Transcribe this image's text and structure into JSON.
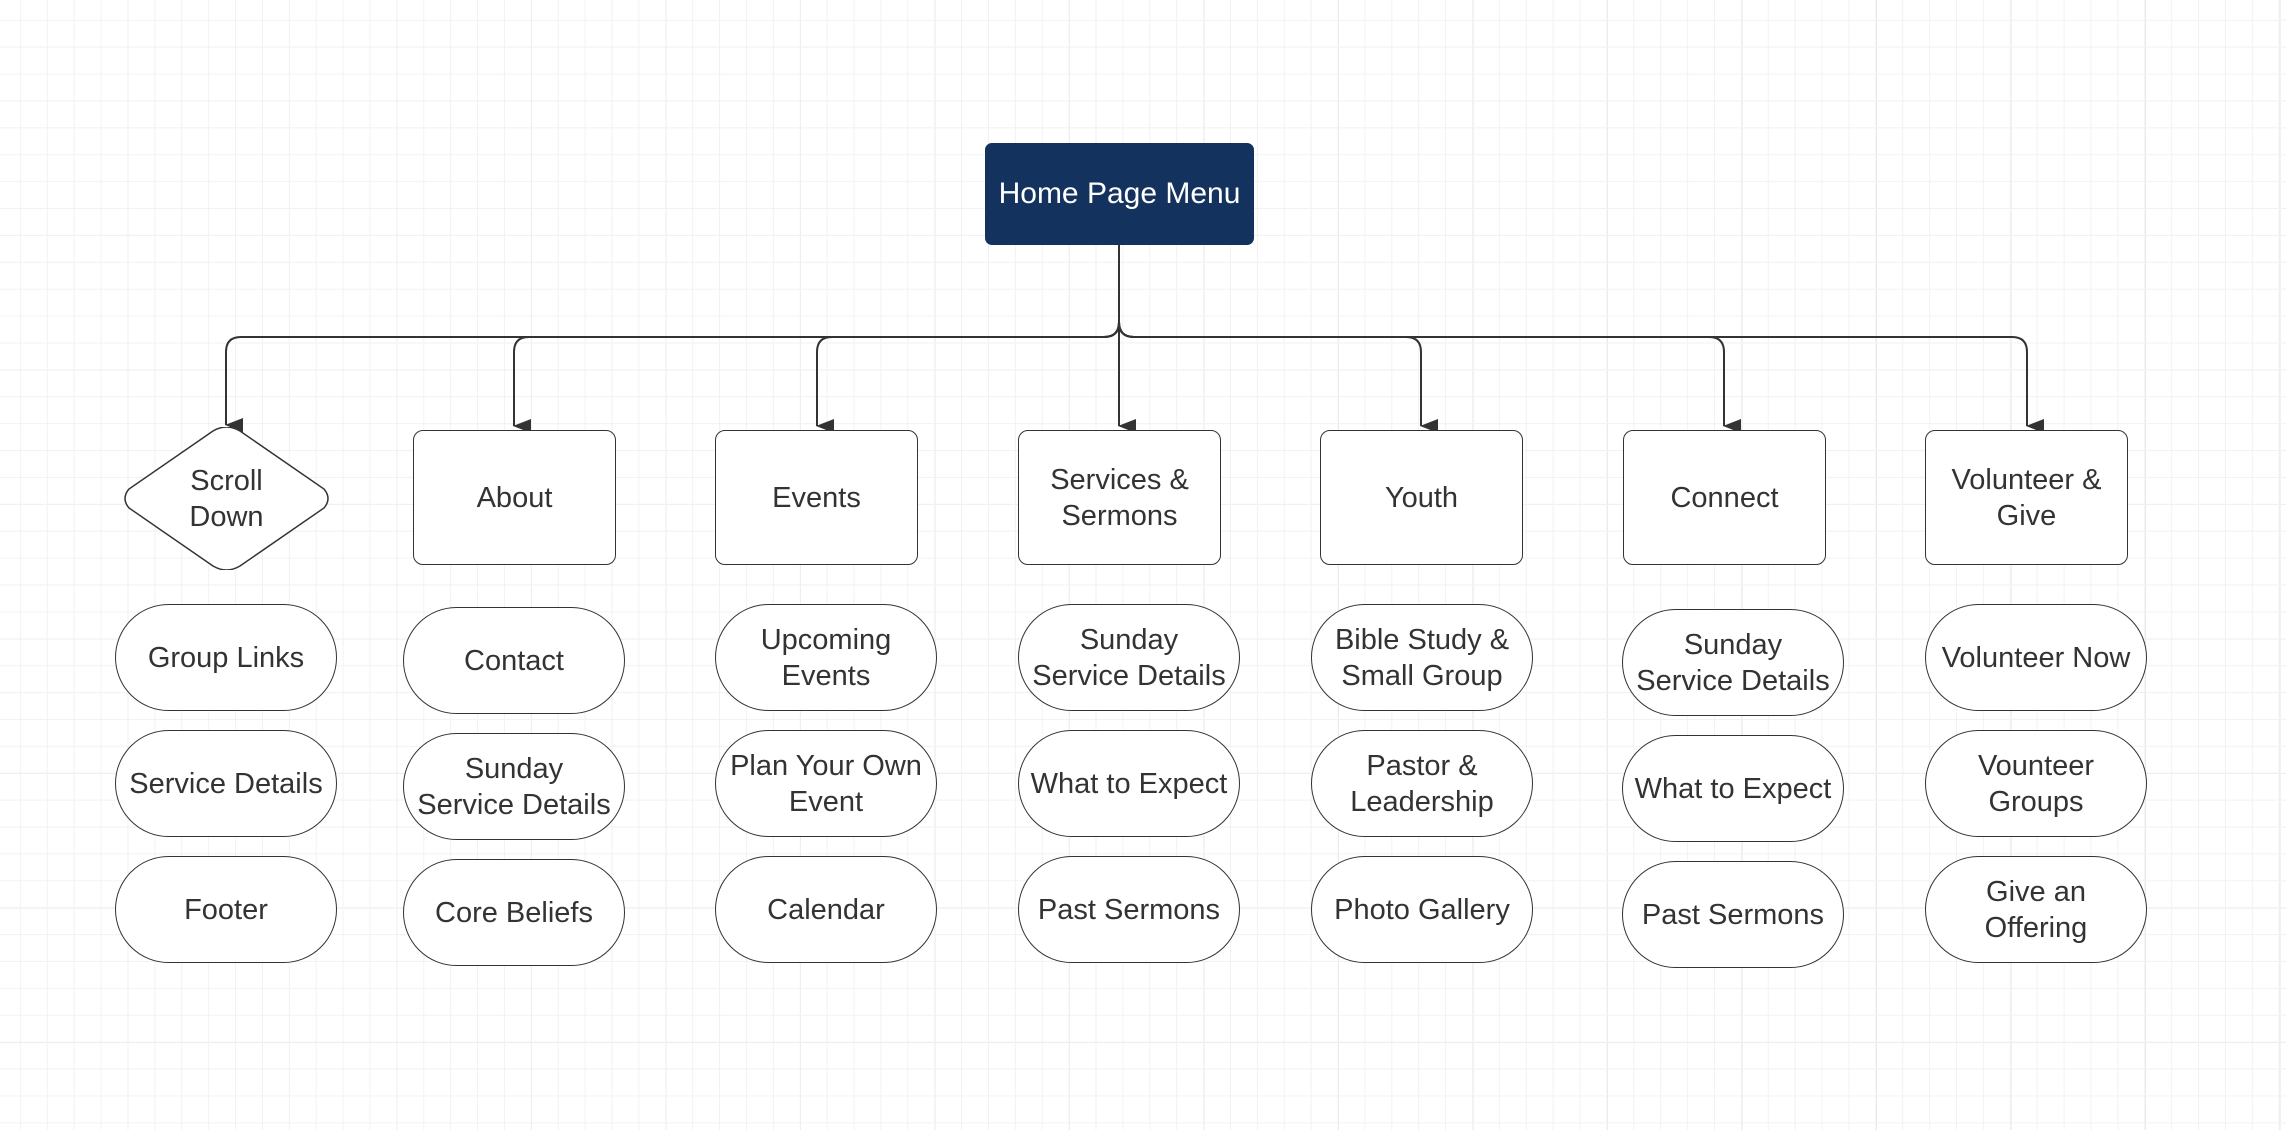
{
  "root": {
    "label": "Home Page Menu"
  },
  "columns": [
    {
      "header": "Scroll\nDown",
      "header_shape": "diamond",
      "items": [
        "Group Links",
        "Service Details",
        "Footer"
      ]
    },
    {
      "header": "About",
      "header_shape": "rectangle",
      "items": [
        "Contact",
        "Sunday\nService Details",
        "Core Beliefs"
      ]
    },
    {
      "header": "Events",
      "header_shape": "rectangle",
      "items": [
        "Upcoming\nEvents",
        "Plan Your Own\nEvent",
        "Calendar"
      ]
    },
    {
      "header": "Services &\nSermons",
      "header_shape": "rectangle",
      "items": [
        "Sunday\nService Details",
        "What to Expect",
        "Past Sermons"
      ]
    },
    {
      "header": "Youth",
      "header_shape": "rectangle",
      "items": [
        "Bible Study &\nSmall Group",
        "Pastor &\nLeadership",
        "Photo Gallery"
      ]
    },
    {
      "header": "Connect",
      "header_shape": "rectangle",
      "items": [
        "Sunday\nService Details",
        "What to Expect",
        "Past Sermons"
      ]
    },
    {
      "header": "Volunteer &\nGive",
      "header_shape": "rectangle",
      "items": [
        "Volunteer Now",
        "Vounteer\nGroups",
        "Give an\nOffering"
      ]
    }
  ],
  "colors": {
    "root_fill": "#14325e",
    "root_text": "#ffffff",
    "stroke": "#333333",
    "text": "#333333"
  }
}
